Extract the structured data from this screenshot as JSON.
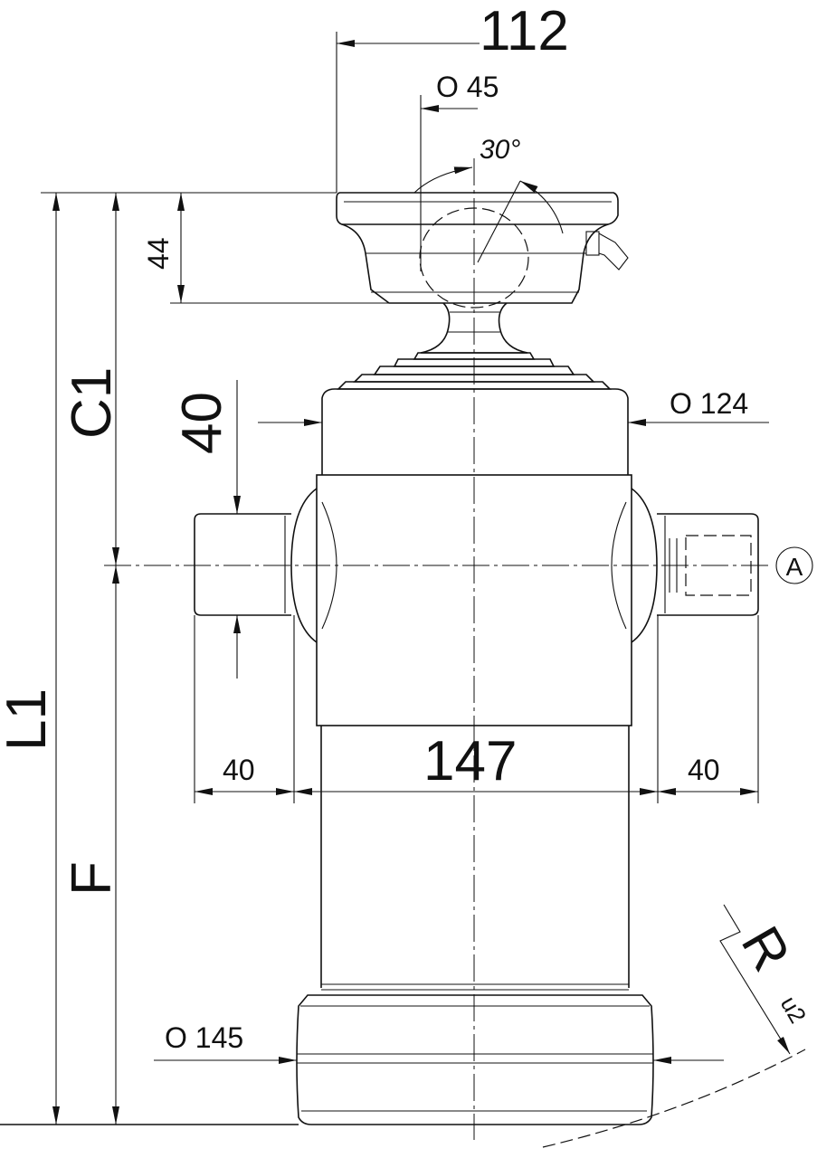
{
  "drawing": {
    "title": "Telescopic hydraulic cylinder dimension drawing",
    "dimensions": {
      "top_flange_width": "112",
      "ball_diameter": "O 45",
      "tilt_angle": "30°",
      "flange_height": "44",
      "c1": "C1",
      "trunnion_diameter": "40",
      "tube_diameter": "O 124",
      "section_marker": "A",
      "l1": "L1",
      "trunnion_left_length": "40",
      "housing_width": "147",
      "trunnion_right_length": "40",
      "f": "F",
      "radius_label": "R",
      "radius_sub": "u2",
      "base_diameter": "O 145"
    }
  }
}
